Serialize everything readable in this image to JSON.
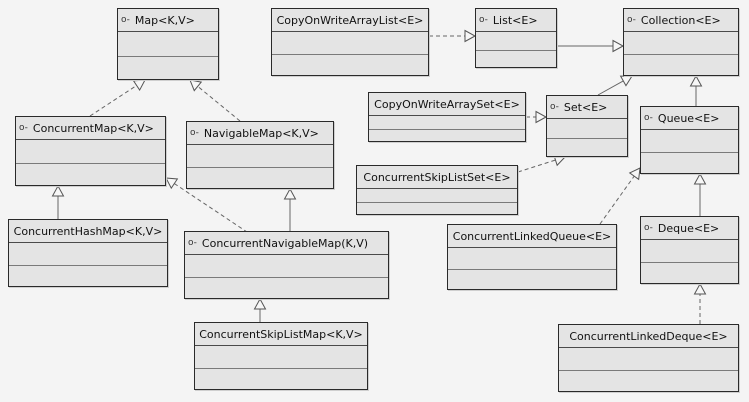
{
  "diagram": {
    "classes": [
      {
        "id": "map",
        "name": "Map<K,V>",
        "interface": true
      },
      {
        "id": "cowal",
        "name": "CopyOnWriteArrayList<E>",
        "interface": false
      },
      {
        "id": "list",
        "name": "List<E>",
        "interface": true
      },
      {
        "id": "collection",
        "name": "Collection<E>",
        "interface": true
      },
      {
        "id": "concurrentmap",
        "name": "ConcurrentMap<K,V>",
        "interface": true
      },
      {
        "id": "navigablemap",
        "name": "NavigableMap<K,V>",
        "interface": true
      },
      {
        "id": "cowas",
        "name": "CopyOnWriteArraySet<E>",
        "interface": false
      },
      {
        "id": "set",
        "name": "Set<E>",
        "interface": true
      },
      {
        "id": "queue",
        "name": "Queue<E>",
        "interface": true
      },
      {
        "id": "csls",
        "name": "ConcurrentSkipListSet<E>",
        "interface": false
      },
      {
        "id": "chm",
        "name": "ConcurrentHashMap<K,V>",
        "interface": false
      },
      {
        "id": "cnm",
        "name": "ConcurrentNavigableMap(K,V)",
        "interface": true
      },
      {
        "id": "clq",
        "name": "ConcurrentLinkedQueue<E>",
        "interface": false
      },
      {
        "id": "deque",
        "name": "Deque<E>",
        "interface": true
      },
      {
        "id": "cslm",
        "name": "ConcurrentSkipListMap<K,V>",
        "interface": false
      },
      {
        "id": "cld",
        "name": "ConcurrentLinkedDeque<E>",
        "interface": false
      }
    ],
    "interface_marker": "o-",
    "relations": [
      {
        "from": "concurrentmap",
        "to": "map",
        "kind": "extends-dashed"
      },
      {
        "from": "navigablemap",
        "to": "map",
        "kind": "extends-dashed"
      },
      {
        "from": "chm",
        "to": "concurrentmap",
        "kind": "implements"
      },
      {
        "from": "cnm",
        "to": "concurrentmap",
        "kind": "extends-dashed"
      },
      {
        "from": "cnm",
        "to": "navigablemap",
        "kind": "extends"
      },
      {
        "from": "cslm",
        "to": "cnm",
        "kind": "implements"
      },
      {
        "from": "cowal",
        "to": "list",
        "kind": "implements"
      },
      {
        "from": "list",
        "to": "collection",
        "kind": "extends"
      },
      {
        "from": "cowas",
        "to": "set",
        "kind": "implements"
      },
      {
        "from": "set",
        "to": "collection",
        "kind": "extends"
      },
      {
        "from": "csls",
        "to": "set",
        "kind": "implements"
      },
      {
        "from": "queue",
        "to": "collection",
        "kind": "extends"
      },
      {
        "from": "clq",
        "to": "queue",
        "kind": "implements"
      },
      {
        "from": "deque",
        "to": "queue",
        "kind": "extends"
      },
      {
        "from": "cld",
        "to": "deque",
        "kind": "implements"
      }
    ]
  }
}
